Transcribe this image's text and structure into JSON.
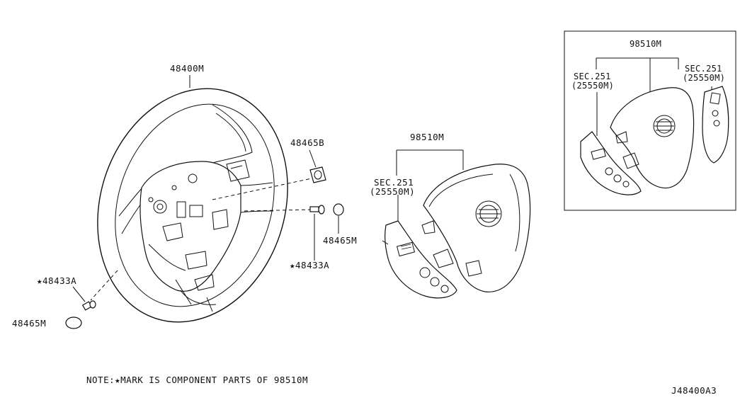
{
  "labels": {
    "wheel": "48400M",
    "clip_upper": "48465B",
    "bolt_right": "★48433A",
    "plug_right": "48465M",
    "bolt_left": "★48433A",
    "plug_left": "48465M",
    "airbag_main": "98510M",
    "sec_main_1": "SEC.251",
    "sec_main_2": "(25550M)",
    "inset_airbag": "98510M",
    "inset_sec_left_1": "SEC.251",
    "inset_sec_left_2": "(25550M)",
    "inset_sec_right_1": "SEC.251",
    "inset_sec_right_2": "(25550M)"
  },
  "note": "NOTE:★MARK IS COMPONENT PARTS OF 98510M",
  "figure_code": "J48400A3"
}
